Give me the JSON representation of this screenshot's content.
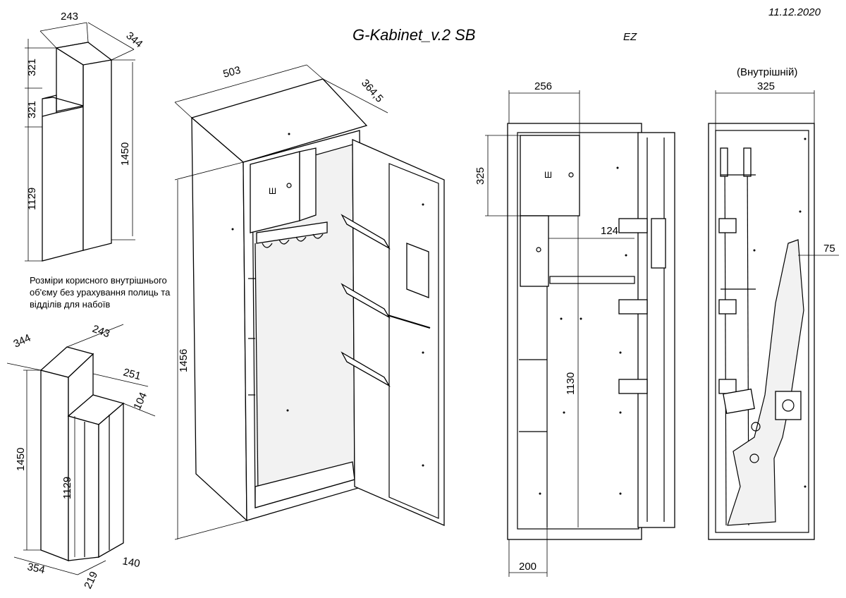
{
  "header": {
    "title": "G-Kabinet_v.2 SB",
    "date": "11.12.2020",
    "author": "EZ"
  },
  "volume_top": {
    "width": "243",
    "depth": "344",
    "upper_h": "321",
    "step_h": "321",
    "lower_h": "1129",
    "total_h": "1450"
  },
  "note": {
    "line1": "Розміри корисного внутрішнього",
    "line2": "об'єму без урахування полиць та",
    "line3": "відділів для набоїв"
  },
  "volume_bottom": {
    "depth": "344",
    "width": "243",
    "step_w": "251",
    "step_d": "104",
    "total_h": "1450",
    "lower_h": "1129",
    "base_w": "354",
    "base_d": "219",
    "base_small": "140"
  },
  "iso_cabinet": {
    "width": "503",
    "depth": "364,5",
    "height": "1456"
  },
  "front_view": {
    "inner_w": "256",
    "safe_h": "325",
    "small_w": "124",
    "inner_h": "1130",
    "bottom_w": "200"
  },
  "side_view": {
    "caption": "(Внутрішній)",
    "inner_w": "325",
    "offset": "75"
  }
}
